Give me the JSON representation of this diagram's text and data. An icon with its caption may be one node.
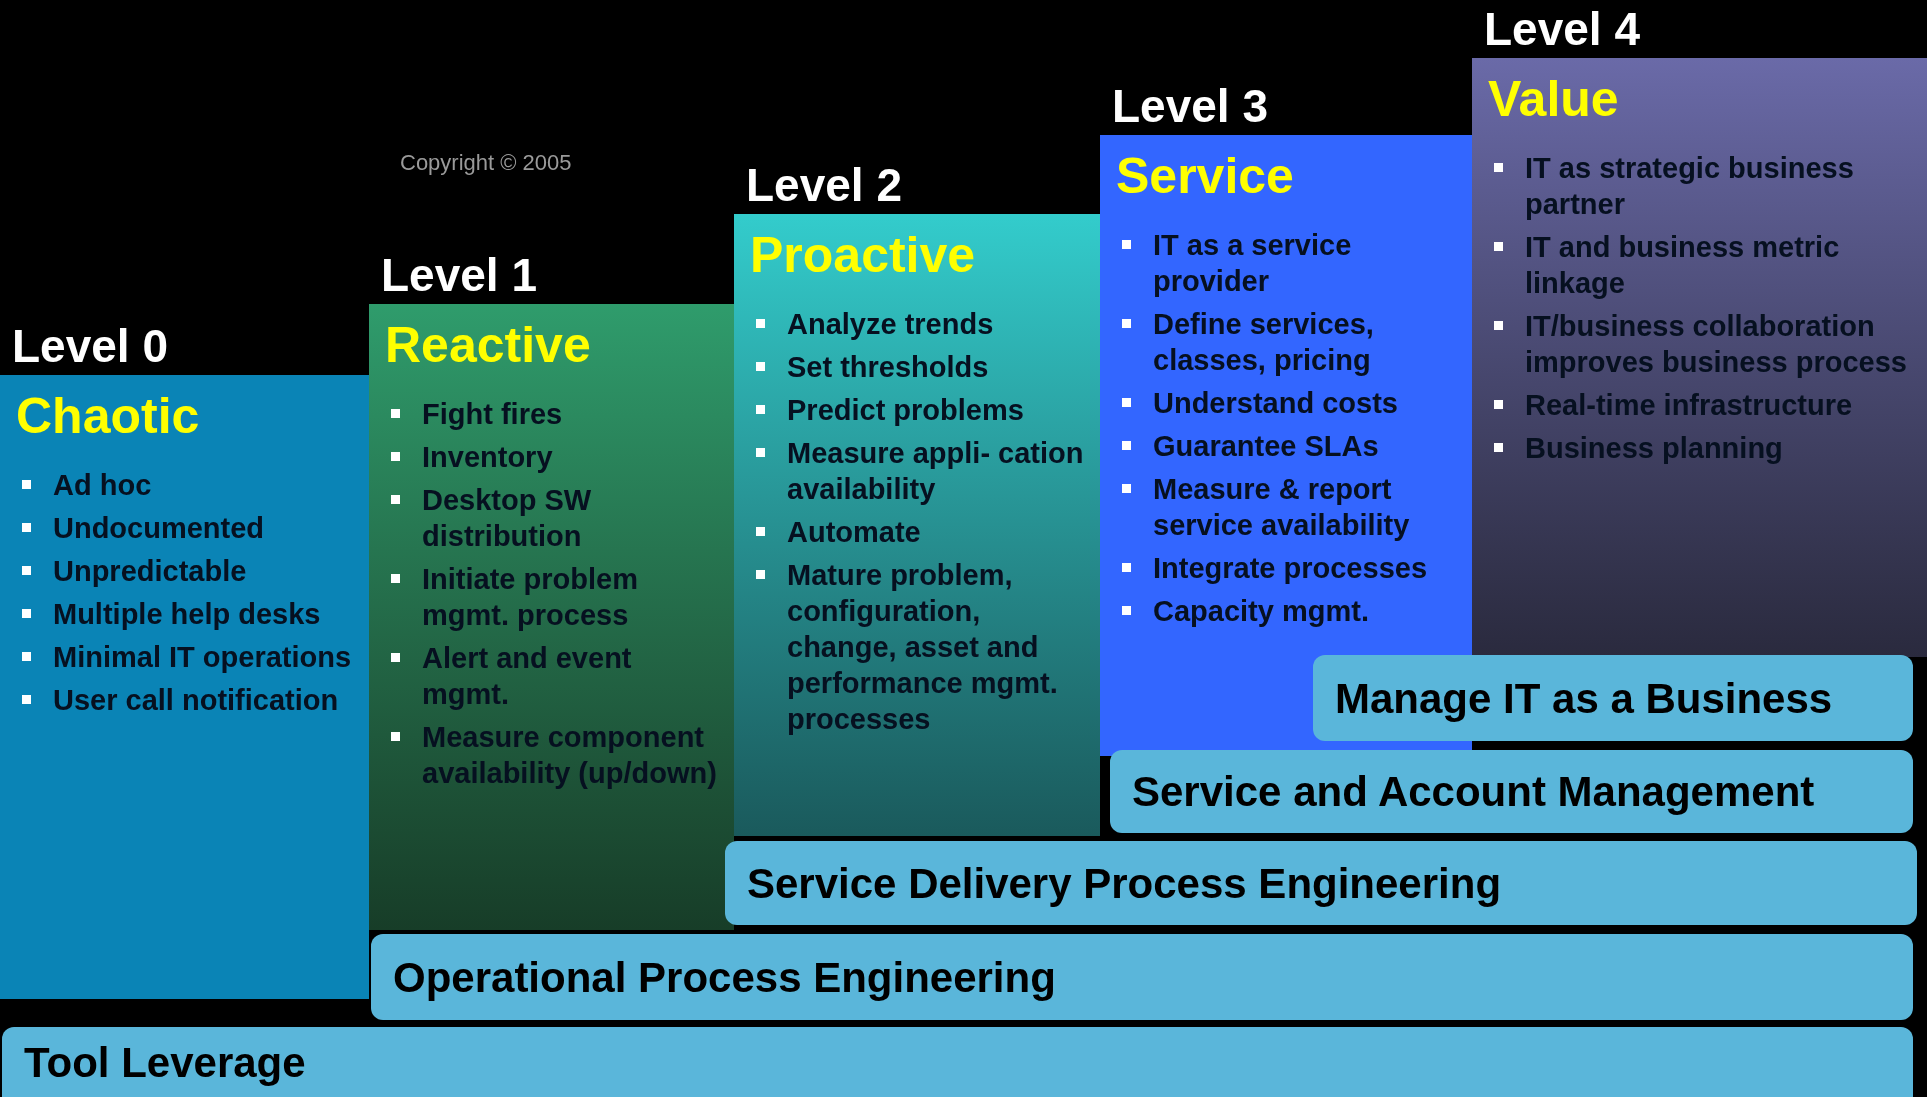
{
  "diagram": {
    "nodes": [
      {
        "text": [
          "Level 0",
          "Chaotic",
          "Ad hoc",
          "Undocumented",
          "Unpredictable",
          "Multiple help desks",
          "Minimal IT operations",
          "User call notification"
        ]
      },
      {
        "text": [
          "Level 1",
          "Reactive",
          "Fight fires",
          "Inventory",
          "Desktop SW distribution",
          "Initiate problem mgmt. process",
          "Alert and event mgmt.",
          "Measure component availability (up/down)"
        ]
      },
      {
        "text": [
          "Level 2",
          "Proactive",
          "Analyze trends",
          "Set thresholds",
          "Predict problems",
          "Measure appli- cation availability",
          "Automate",
          "Mature problem, configuration, change, asset and performance mgmt. processes"
        ]
      },
      {
        "text": [
          "Level 3",
          "Service",
          "IT as a service provider",
          "Define services, classes, pricing",
          "Understand costs",
          "Guarantee SLAs",
          "Measure & report service availability",
          "Integrate processes",
          "Capacity mgmt."
        ]
      },
      {
        "text": [
          "Level 4",
          "Value",
          "IT as strategic business partner",
          "IT and business metric linkage",
          "IT/business collaboration improves business process",
          "Real-time infrastructure",
          "Business planning"
        ]
      },
      {
        "text": [
          "Manage IT as a Business"
        ]
      },
      {
        "text": [
          "Service and Account Management"
        ]
      },
      {
        "text": [
          "Service Delivery Process Engineering"
        ]
      },
      {
        "text": [
          "Operational Process Engineering"
        ]
      },
      {
        "text": [
          "Tool Leverage"
        ]
      }
    ],
    "labels": [
      "Copyright © 2005"
    ]
  }
}
